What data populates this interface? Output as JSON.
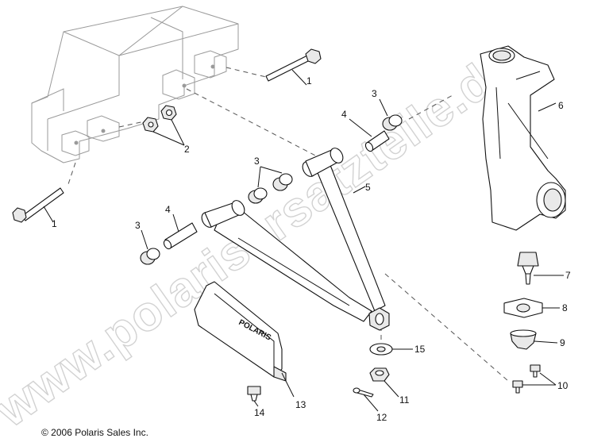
{
  "watermark": "www.polarisersatzteile.de",
  "brand_label": "POLARIS",
  "copyright": "© 2006 Polaris Sales Inc.",
  "parts": [
    {
      "ref": "1",
      "name": "bolt"
    },
    {
      "ref": "1",
      "name": "bolt-lower"
    },
    {
      "ref": "2",
      "name": "nut"
    },
    {
      "ref": "3",
      "name": "bushing"
    },
    {
      "ref": "3",
      "name": "bushing-pair"
    },
    {
      "ref": "3",
      "name": "bushing-left"
    },
    {
      "ref": "4",
      "name": "sleeve"
    },
    {
      "ref": "4",
      "name": "sleeve-left"
    },
    {
      "ref": "5",
      "name": "a-arm"
    },
    {
      "ref": "6",
      "name": "spindle"
    },
    {
      "ref": "7",
      "name": "ball-joint"
    },
    {
      "ref": "8",
      "name": "retainer-plate"
    },
    {
      "ref": "9",
      "name": "boot"
    },
    {
      "ref": "10",
      "name": "bolt-small"
    },
    {
      "ref": "11",
      "name": "castle-nut"
    },
    {
      "ref": "12",
      "name": "cotter-pin"
    },
    {
      "ref": "13",
      "name": "a-arm-guard"
    },
    {
      "ref": "14",
      "name": "guard-bolt"
    },
    {
      "ref": "15",
      "name": "washer"
    }
  ]
}
